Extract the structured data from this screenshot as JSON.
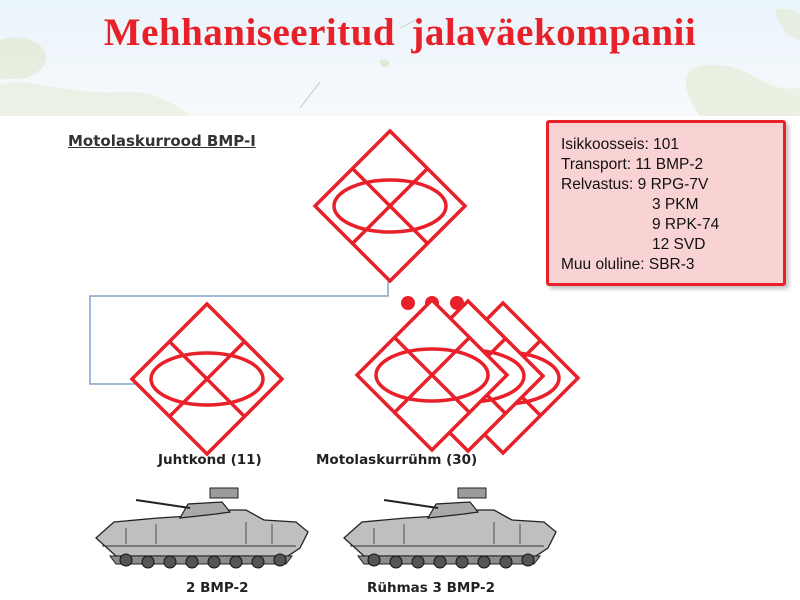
{
  "header": {
    "title": "Mehhaniseeritud jalaväekompanii"
  },
  "diagram": {
    "subtitle": "Motolaskurrood BMP-I",
    "info": {
      "line1": "Isikkoosseis: 101",
      "line2": "Transport: 11 BMP-2",
      "line3": "Relvastus: 9 RPG-7V",
      "line4": "3 PKM",
      "line5": "9 RPK-74",
      "line6": "12 SVD",
      "line7": "Muu oluline: SBR-3"
    },
    "units": {
      "hq_label": "Juhtkond (11)",
      "platoon_label": "Motolaskurrühm (30)"
    },
    "vehicles": {
      "hq_vehicle_label": "2 BMP-2",
      "platoon_vehicle_label": "Rühmas 3 BMP-2"
    },
    "colors": {
      "symbol_red": "#e8202a",
      "connector_blue": "#7fa6cc",
      "info_bg": "#f9d3d3"
    }
  }
}
